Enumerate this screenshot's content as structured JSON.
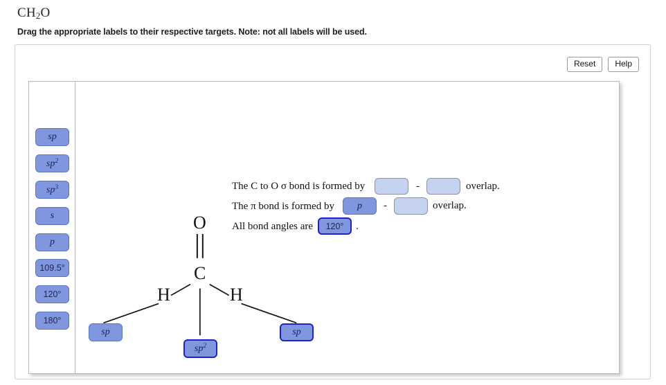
{
  "header": {
    "title_main": "CH",
    "title_sub": "2",
    "title_tail": "O",
    "instructions": "Drag the appropriate labels to their respective targets. Note: not all labels will be used."
  },
  "toolbar": {
    "reset_label": "Reset",
    "help_label": "Help"
  },
  "colors": {
    "chip_fill": "#8097e0",
    "chip_border": "#5a74c8",
    "chip_selected_border": "#2222cc",
    "target_fill": "#c5d2f2",
    "target_border": "#8c93a8",
    "panel_border": "#cfcfcf",
    "canvas_border": "#b9b9b9",
    "atom_color": "#151515"
  },
  "label_bank": {
    "items": [
      {
        "text": "sp",
        "sup": "",
        "kind": "orbital",
        "name": "label-chip-sp"
      },
      {
        "text": "sp",
        "sup": "2",
        "kind": "orbital",
        "name": "label-chip-sp2"
      },
      {
        "text": "sp",
        "sup": "3",
        "kind": "orbital",
        "name": "label-chip-sp3"
      },
      {
        "text": "s",
        "sup": "",
        "kind": "orbital",
        "name": "label-chip-s"
      },
      {
        "text": "p",
        "sup": "",
        "kind": "orbital",
        "name": "label-chip-p"
      },
      {
        "text": "109.5°",
        "sup": "",
        "kind": "angle",
        "name": "label-chip-109-5"
      },
      {
        "text": "120°",
        "sup": "",
        "kind": "angle",
        "name": "label-chip-120"
      },
      {
        "text": "180°",
        "sup": "",
        "kind": "angle",
        "name": "label-chip-180"
      }
    ]
  },
  "sentences": {
    "line1_part1": "The C to O σ bond is formed by",
    "line1_dash": "-",
    "line1_part2": "overlap.",
    "line2_part1": "The π bond is formed by",
    "line2_dash": "-",
    "line2_part2": "overlap.",
    "line3_part1": "All bond angles are",
    "line3_part2": "."
  },
  "answers": {
    "sigma_first": {
      "text": "",
      "filled": false
    },
    "sigma_second": {
      "text": "",
      "filled": false
    },
    "pi_first": {
      "text": "p",
      "sup": "",
      "filled": true,
      "selected": false
    },
    "pi_second": {
      "text": "",
      "filled": false
    },
    "bond_angle": {
      "text": "120°",
      "filled": true,
      "selected": true
    }
  },
  "molecule": {
    "name": "formaldehyde",
    "atoms": [
      {
        "symbol": "O",
        "name": "atom-oxygen"
      },
      {
        "symbol": "C",
        "name": "atom-carbon"
      },
      {
        "symbol": "H",
        "name": "atom-hydrogen-left"
      },
      {
        "symbol": "H",
        "name": "atom-hydrogen-right"
      }
    ],
    "placed_labels": [
      {
        "text": "sp",
        "sup": "",
        "name": "placed-chip-h-left",
        "selected": false
      },
      {
        "text": "sp",
        "sup": "2",
        "name": "placed-chip-carbon",
        "selected": true
      },
      {
        "text": "sp",
        "sup": "",
        "name": "placed-chip-h-right",
        "selected": true
      }
    ]
  }
}
